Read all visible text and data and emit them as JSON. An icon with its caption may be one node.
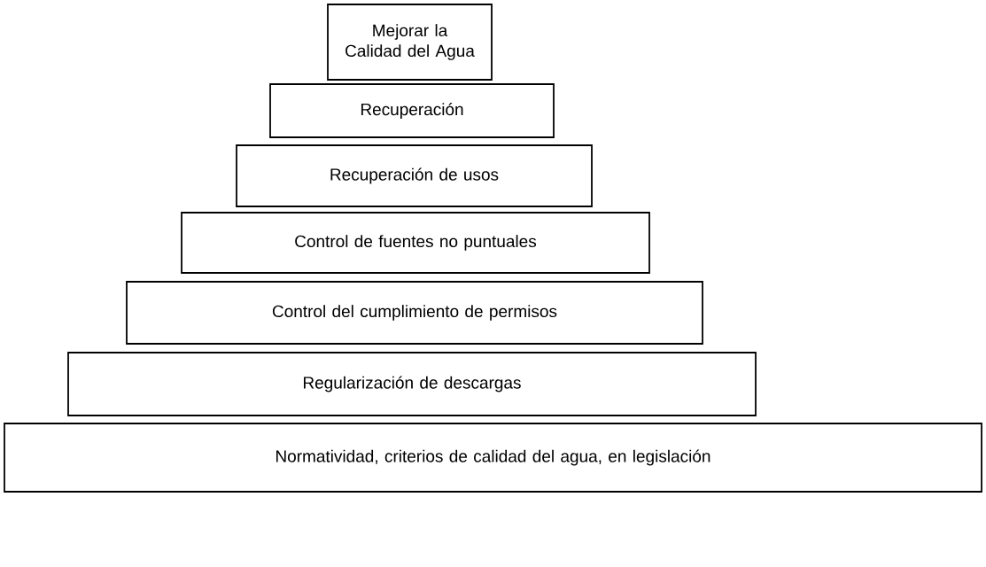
{
  "diagram": {
    "nodes": [
      {
        "text": [
          "Mejorar la Calidad del Agua"
        ]
      },
      {
        "text": [
          "Recuperación"
        ]
      },
      {
        "text": [
          "Recuperación de usos"
        ]
      },
      {
        "text": [
          "Control de fuentes no puntuales"
        ]
      },
      {
        "text": [
          "Control del cumplimiento de permisos"
        ]
      },
      {
        "text": [
          "Regularización de descargas"
        ]
      },
      {
        "text": [
          "Normatividad, criterios de calidad del agua, en legislación"
        ]
      }
    ]
  }
}
